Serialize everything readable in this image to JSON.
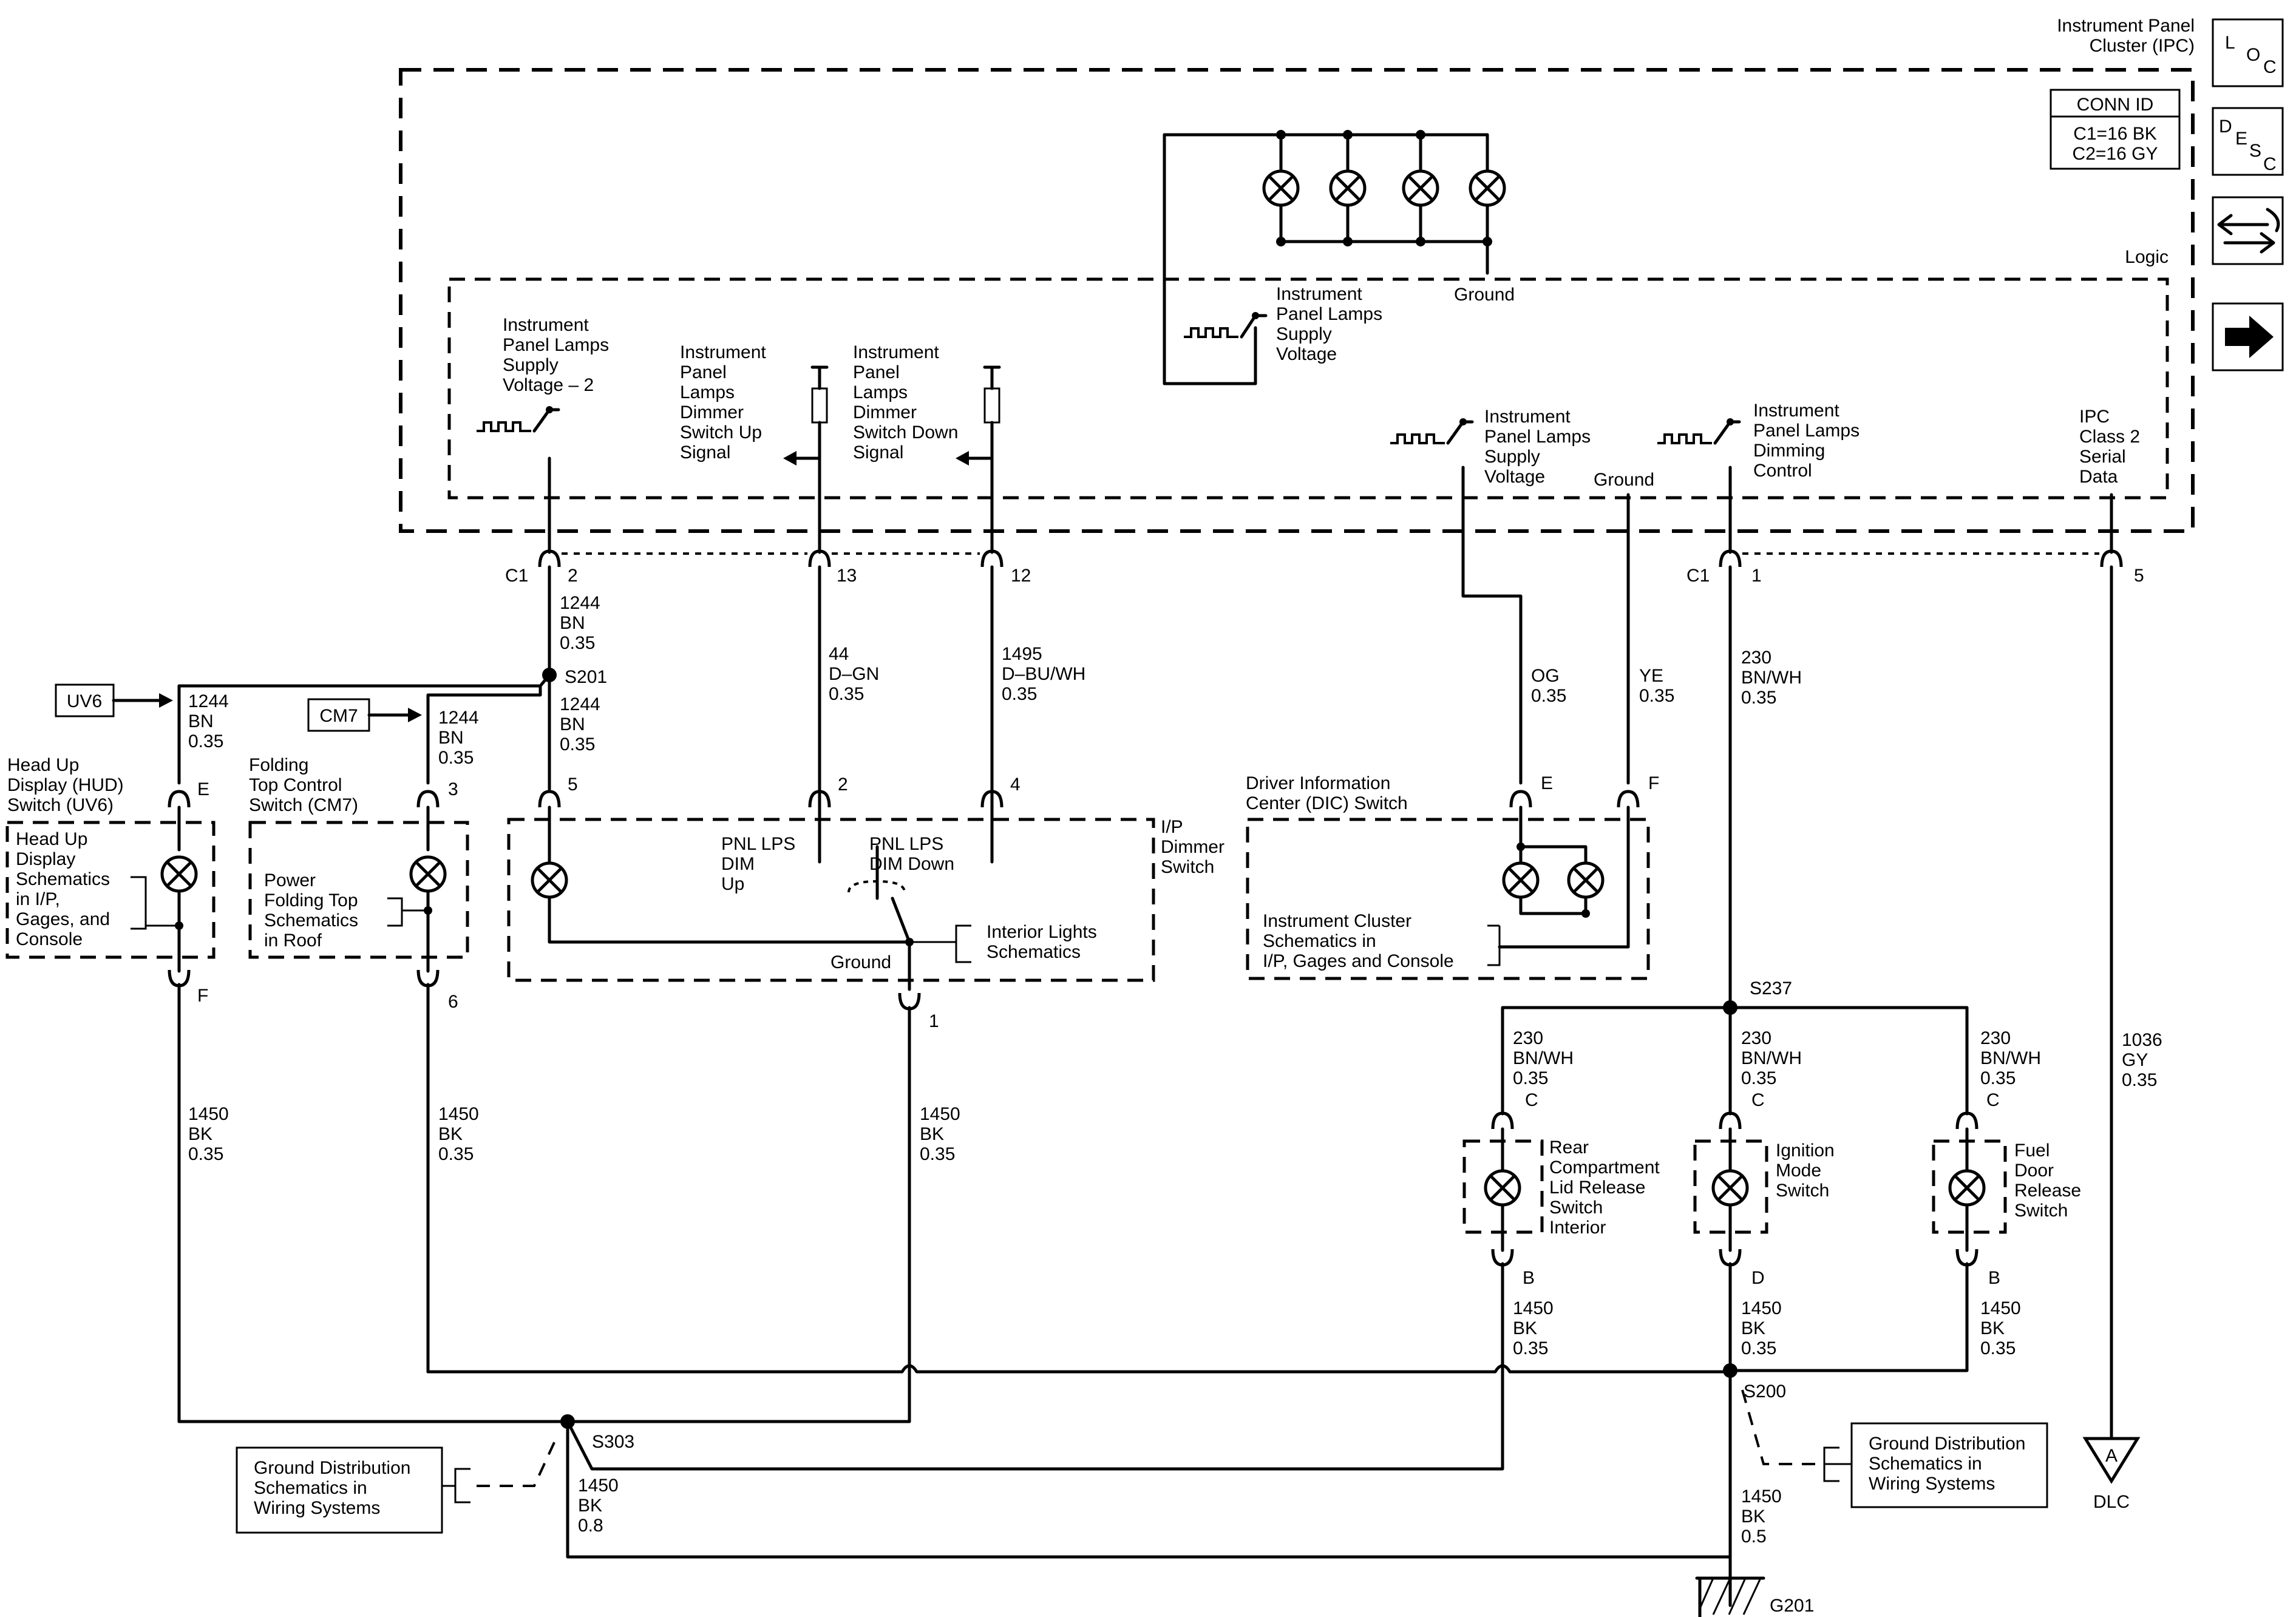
{
  "ipc": {
    "title": [
      "Instrument Panel",
      "Cluster (IPC)"
    ],
    "conn_header": "CONN ID",
    "conn_lines": [
      "C1=16 BK",
      "C2=16 GY"
    ],
    "logic": "Logic",
    "ground_top": "Ground",
    "ground_mid": "Ground",
    "supply_v": [
      "Instrument",
      "Panel Lamps",
      "Supply",
      "Voltage"
    ],
    "supply_v2": [
      "Instrument",
      "Panel Lamps",
      "Supply",
      "Voltage – 2"
    ],
    "dim_up": [
      "Instrument",
      "Panel",
      "Lamps",
      "Dimmer",
      "Switch Up",
      "Signal"
    ],
    "dim_down": [
      "Instrument",
      "Panel",
      "Lamps",
      "Dimmer",
      "Switch Down",
      "Signal"
    ],
    "supply_v_right": [
      "Instrument",
      "Panel Lamps",
      "Supply",
      "Voltage"
    ],
    "dim_ctrl": [
      "Instrument",
      "Panel Lamps",
      "Dimming",
      "Control"
    ],
    "serial": [
      "IPC",
      "Class 2",
      "Serial",
      "Data"
    ]
  },
  "side_icons": {
    "loc": [
      "L",
      "O",
      "C"
    ],
    "desc": [
      "D",
      "E",
      "S",
      "C"
    ]
  },
  "connectors": {
    "c1_left": "C1",
    "c1_right": "C1",
    "p2": "2",
    "p13": "13",
    "p12": "12",
    "p1": "1",
    "p5": "5",
    "hud_e": "E",
    "hud_f": "F",
    "cm7_3": "3",
    "cm7_6": "6",
    "dim_5": "5",
    "dim_2": "2",
    "dim_4": "4",
    "dim_1": "1",
    "dic_e": "E",
    "dic_f": "F",
    "rc_c": "C",
    "rc_b": "B",
    "ign_c": "C",
    "ign_d": "D",
    "fd_c": "C",
    "fd_b": "B"
  },
  "wires": {
    "w1244_top": [
      "1244",
      "BN",
      "0.35"
    ],
    "w1244_mid": [
      "1244",
      "BN",
      "0.35"
    ],
    "w1244_hud": [
      "1244",
      "BN",
      "0.35"
    ],
    "w1244_cm7": [
      "1244",
      "BN",
      "0.35"
    ],
    "w44": [
      "44",
      "D–GN",
      "0.35"
    ],
    "w1495": [
      "1495",
      "D–BU/WH",
      "0.35"
    ],
    "wog": [
      "OG",
      "0.35"
    ],
    "wye": [
      "YE",
      "0.35"
    ],
    "w230_top": [
      "230",
      "BN/WH",
      "0.35"
    ],
    "w230_rc": [
      "230",
      "BN/WH",
      "0.35"
    ],
    "w230_ign": [
      "230",
      "BN/WH",
      "0.35"
    ],
    "w230_fd": [
      "230",
      "BN/WH",
      "0.35"
    ],
    "w1036": [
      "1036",
      "GY",
      "0.35"
    ],
    "w1450_hud": [
      "1450",
      "BK",
      "0.35"
    ],
    "w1450_cm7": [
      "1450",
      "BK",
      "0.35"
    ],
    "w1450_dim": [
      "1450",
      "BK",
      "0.35"
    ],
    "w1450_rc": [
      "1450",
      "BK",
      "0.35"
    ],
    "w1450_ign": [
      "1450",
      "BK",
      "0.35"
    ],
    "w1450_fd": [
      "1450",
      "BK",
      "0.35"
    ],
    "w1450_s303": [
      "1450",
      "BK",
      "0.8"
    ],
    "w1450_s200": [
      "1450",
      "BK",
      "0.5"
    ]
  },
  "splices": {
    "s201": "S201",
    "s237": "S237",
    "s303": "S303",
    "s200": "S200"
  },
  "ground": "G201",
  "dlc": {
    "letter": "A",
    "label": "DLC"
  },
  "refs": {
    "uv6": "UV6",
    "cm7": "CM7"
  },
  "hud": {
    "title": [
      "Head Up",
      "Display (HUD)",
      "Switch (UV6)"
    ],
    "inner": [
      "Head Up",
      "Display",
      "Schematics",
      "in I/P,",
      "Gages, and",
      "Console"
    ]
  },
  "folding": {
    "title": [
      "Folding",
      "Top Control",
      "Switch (CM7)"
    ],
    "inner": [
      "Power",
      "Folding Top",
      "Schematics",
      "in Roof"
    ]
  },
  "dimmer": {
    "title": [
      "I/P",
      "Dimmer",
      "Switch"
    ],
    "up": [
      "PNL LPS",
      "DIM",
      "Up"
    ],
    "down": [
      "PNL LPS",
      "DIM Down"
    ],
    "ground": "Ground",
    "interior": [
      "Interior Lights",
      "Schematics"
    ]
  },
  "dic": {
    "title": [
      "Driver Information",
      "Center (DIC) Switch"
    ],
    "inner": [
      "Instrument Cluster",
      "Schematics in",
      "I/P, Gages and Console"
    ]
  },
  "rear": [
    "Rear",
    "Compartment",
    "Lid Release",
    "Switch",
    "Interior"
  ],
  "ignition": [
    "Ignition",
    "Mode",
    "Switch"
  ],
  "fuel": [
    "Fuel",
    "Door",
    "Release",
    "Switch"
  ],
  "gd_left": [
    "Ground Distribution",
    "Schematics in",
    "Wiring Systems"
  ],
  "gd_right": [
    "Ground Distribution",
    "Schematics in",
    "Wiring Systems"
  ]
}
